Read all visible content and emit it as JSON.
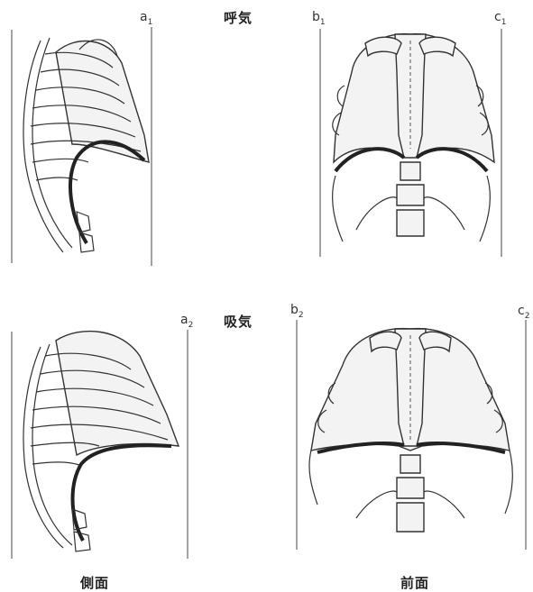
{
  "labels": {
    "a1": "a",
    "a1_sub": "1",
    "b1": "b",
    "b1_sub": "1",
    "c1": "c",
    "c1_sub": "1",
    "a2": "a",
    "a2_sub": "2",
    "b2": "b",
    "b2_sub": "2",
    "c2": "c",
    "c2_sub": "2"
  },
  "titles": {
    "exhale": "呼気",
    "inhale": "吸気"
  },
  "captions": {
    "side": "側面",
    "front": "前面"
  }
}
